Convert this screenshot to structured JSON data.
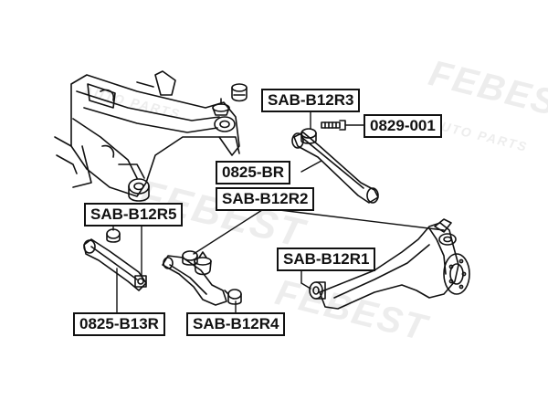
{
  "labels": {
    "sab_b12r3": "SAB-B12R3",
    "p0829_001": "0829-001",
    "p0825_br": "0825-BR",
    "sab_b12r2": "SAB-B12R2",
    "sab_b12r5": "SAB-B12R5",
    "sab_b12r1": "SAB-B12R1",
    "p0825_b13r": "0825-B13R",
    "sab_b12r4": "SAB-B12R4"
  },
  "watermark": {
    "brand": "FEBEST",
    "tagline": "AUTO PARTS"
  },
  "colors": {
    "line": "#111111",
    "label_border": "#111111",
    "watermark": "#ececec"
  }
}
